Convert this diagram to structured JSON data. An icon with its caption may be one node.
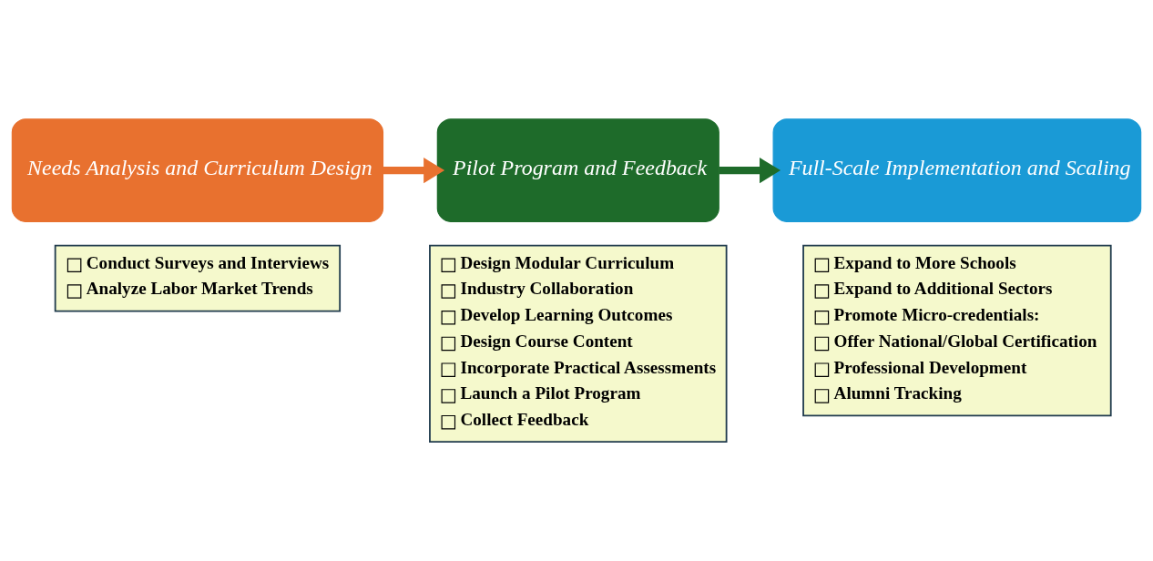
{
  "diagram": {
    "nodes": [
      {
        "text": [
          "Needs Analysis and Curriculum Design"
        ]
      },
      {
        "text": [
          "Conduct Surveys and Interviews",
          "Analyze Labor Market Trends"
        ]
      },
      {
        "text": [
          "Pilot Program and Feedback"
        ]
      },
      {
        "text": [
          "Design Modular Curriculum",
          "Industry Collaboration",
          "Develop Learning Outcomes",
          "Design Course Content",
          "Incorporate Practical Assessments",
          "Launch a Pilot Program",
          "Collect Feedback"
        ]
      },
      {
        "text": [
          "Full-Scale Implementation and Scaling"
        ]
      },
      {
        "text": [
          "Expand to More Schools",
          "Expand to Additional Sectors",
          "Promote Micro-credentials:",
          "Offer National/Global Certification",
          "Professional Development",
          "Alumni Tracking"
        ]
      }
    ],
    "edges": [
      {
        "from": 0,
        "to": 2,
        "arrow": "to",
        "color": "#e8712f"
      },
      {
        "from": 2,
        "to": 4,
        "arrow": "to",
        "color": "#1e6b2a"
      }
    ]
  }
}
